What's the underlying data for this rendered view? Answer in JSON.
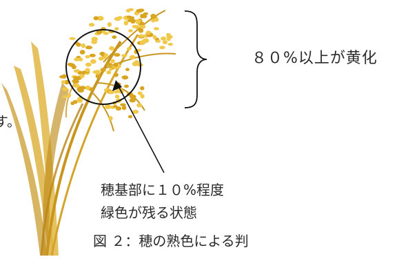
{
  "labels": {
    "yellowing": "８０%以上が黄化",
    "cut_fragment": "す。",
    "base_line1": "穂基部に１０%程度",
    "base_line2": "緑色が残る状態",
    "caption": "図 ２：穂の熟色による判"
  },
  "colors": {
    "grain": "#D9A520",
    "grain_light": "#F0C94A",
    "stem": "#C8961E",
    "ink": "#222222"
  }
}
